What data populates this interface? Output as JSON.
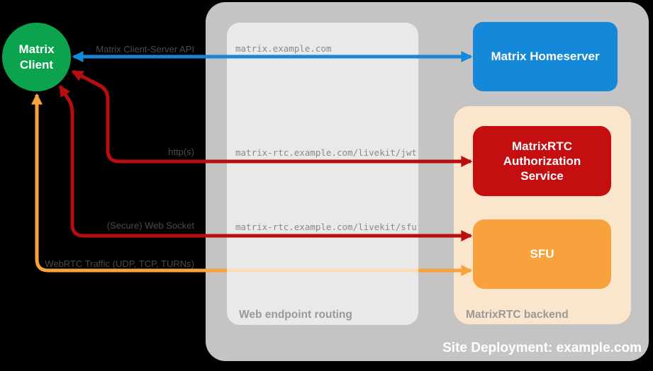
{
  "canvas": {
    "background": "#000000"
  },
  "site": {
    "label": "Site Deployment: example.com",
    "fill": "#c4c4c4"
  },
  "routing": {
    "label": "Web endpoint routing",
    "fill": "#e7e7e7",
    "endpoints": [
      "matrix.example.com",
      "matrix-rtc.example.com/livekit/jwt",
      "matrix-rtc.example.com/livekit/sfu"
    ]
  },
  "backend": {
    "label": "MatrixRTC backend",
    "fill": "#fce5cd"
  },
  "nodes": {
    "client": {
      "label": "Matrix Client",
      "fill": "#0ba34e",
      "shape": "circle"
    },
    "homeserver": {
      "label": "Matrix Homeserver",
      "fill": "#1588d9"
    },
    "auth": {
      "label": "MatrixRTC Authorization Service",
      "fill": "#c40e10"
    },
    "sfu": {
      "label": "SFU",
      "fill": "#f7a23c"
    }
  },
  "connections": [
    {
      "label": "Matrix Client-Server API",
      "color": "#1588d9",
      "from": "Matrix Client",
      "to": "Matrix Homeserver",
      "via": "matrix.example.com",
      "bidirectional": true
    },
    {
      "label": "http(s)",
      "color": "#bb0d0f",
      "from": "Matrix Client",
      "to": "MatrixRTC Authorization Service",
      "via": "matrix-rtc.example.com/livekit/jwt",
      "bidirectional": true
    },
    {
      "label": "(Secure) Web Socket",
      "color": "#bb0d0f",
      "from": "Matrix Client",
      "to": "SFU",
      "via": "matrix-rtc.example.com/livekit/sfu",
      "bidirectional": true
    },
    {
      "label": "WebRTC Traffic (UDP, TCP, TURNs)",
      "color": "#f7a23c",
      "from": "Matrix Client",
      "to": "SFU",
      "bidirectional": true
    }
  ]
}
